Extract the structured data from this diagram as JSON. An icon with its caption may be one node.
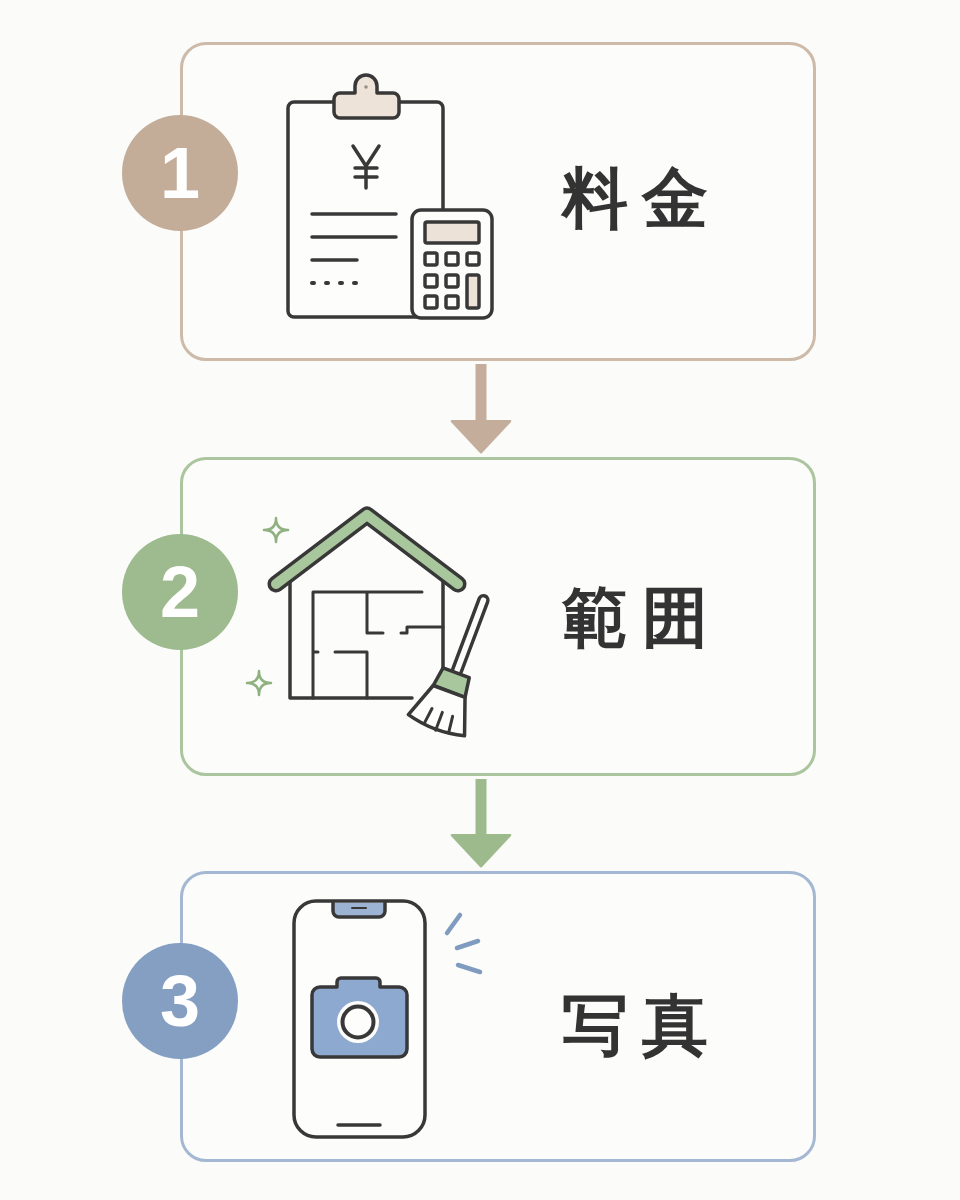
{
  "diagram": {
    "nodes": [
      {
        "text": [
          "1"
        ]
      },
      {
        "text": [
          "料金"
        ]
      },
      {
        "text": [
          "2"
        ]
      },
      {
        "text": [
          "範囲"
        ]
      },
      {
        "text": [
          "3"
        ]
      },
      {
        "text": [
          "写真"
        ]
      }
    ],
    "edges": [
      {
        "from": 1,
        "to": 3,
        "arrow": "to",
        "color": "#c4ae9b"
      },
      {
        "from": 3,
        "to": 5,
        "arrow": "to",
        "color": "#9dba8d"
      }
    ]
  }
}
